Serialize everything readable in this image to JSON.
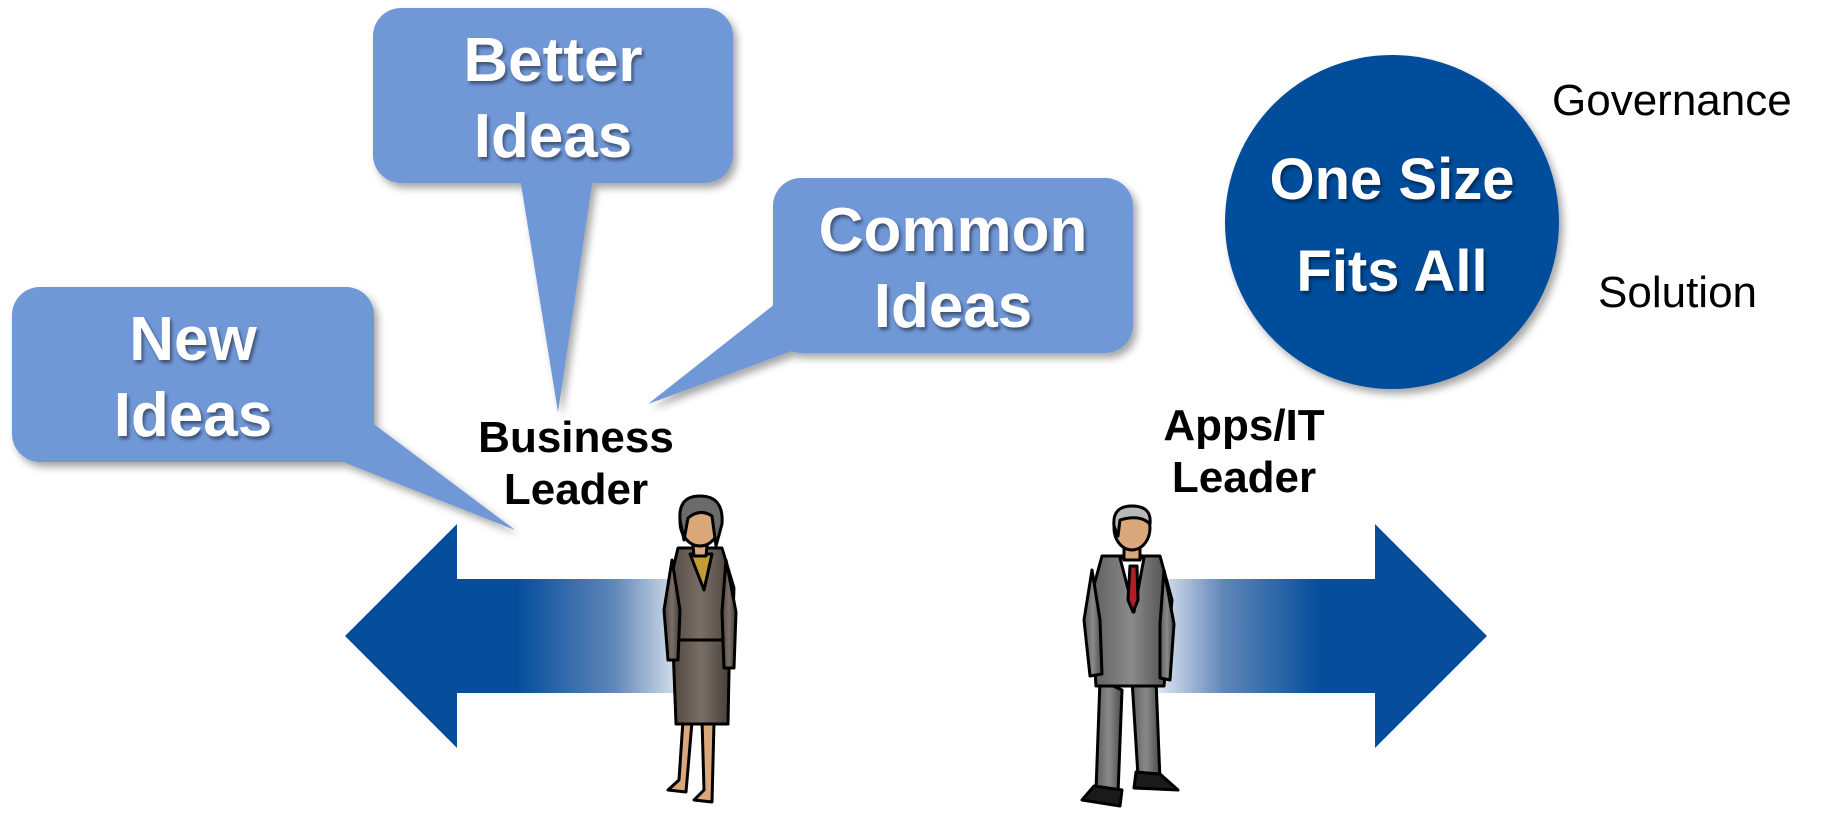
{
  "bubbles": {
    "new_ideas": [
      "New",
      "Ideas"
    ],
    "better_ideas": [
      "Better",
      "Ideas"
    ],
    "common_ideas": [
      "Common",
      "Ideas"
    ]
  },
  "roles": {
    "business_leader": [
      "Business",
      "Leader"
    ],
    "it_leader": [
      "Apps/IT",
      "Leader"
    ]
  },
  "circle": [
    "One Size",
    "Fits All"
  ],
  "side_labels": {
    "governance": "Governance",
    "solution": "Solution"
  },
  "colors": {
    "bubble": "#6f97d6",
    "dark_blue": "#064e9c",
    "text_on_dark": "#ffffff"
  }
}
